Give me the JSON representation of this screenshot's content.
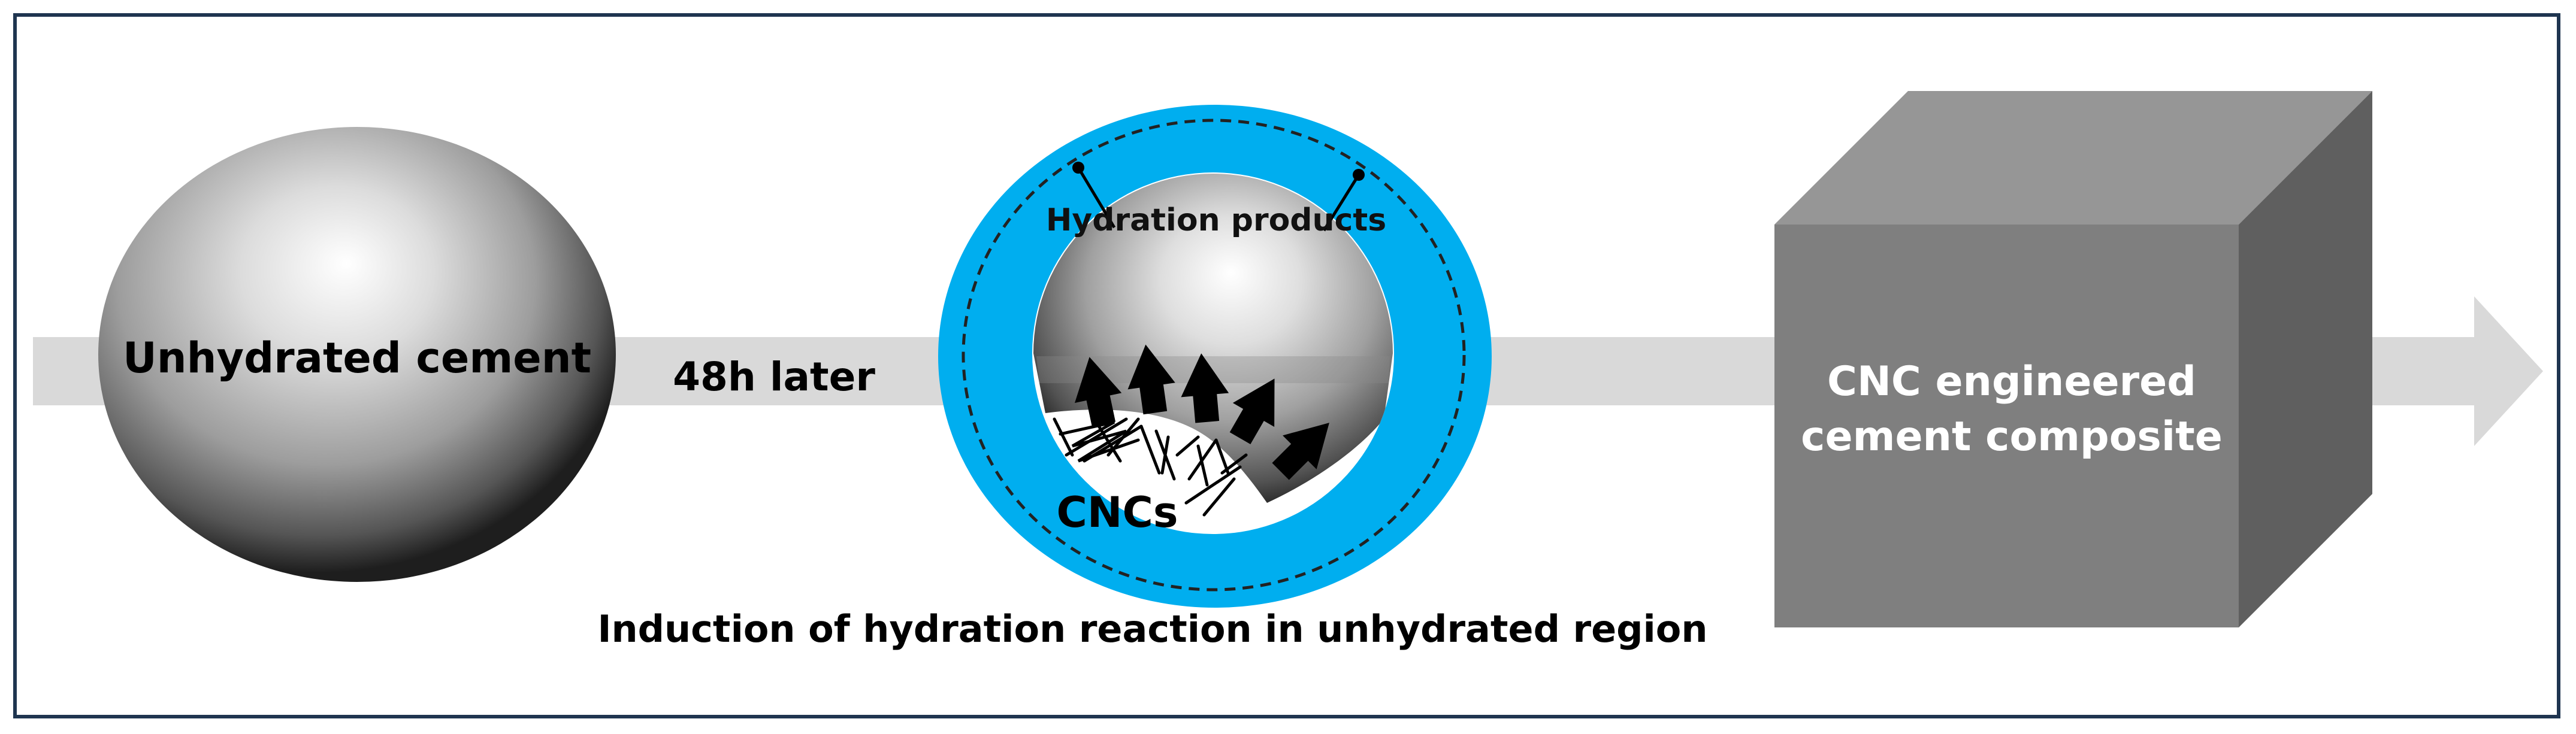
{
  "labels": {
    "unhydrated": "Unhydrated cement",
    "time": "48h later",
    "hydration_products": "Hydration products",
    "cncs": "CNCs",
    "composite_line1": "CNC engineered",
    "composite_line2": "cement composite",
    "caption": "Induction of hydration reaction in unhydrated region"
  },
  "colors": {
    "frame": "#1f3550",
    "arrow": "#d9d9d9",
    "ring": "#00aeef",
    "cube_front": "#7f7f7f",
    "cube_top": "#969696",
    "cube_side": "#5f5f5f"
  },
  "icons": {
    "growth_arrows": "block-arrow-up-icon",
    "fibers": "cnc-fibers-icon"
  }
}
